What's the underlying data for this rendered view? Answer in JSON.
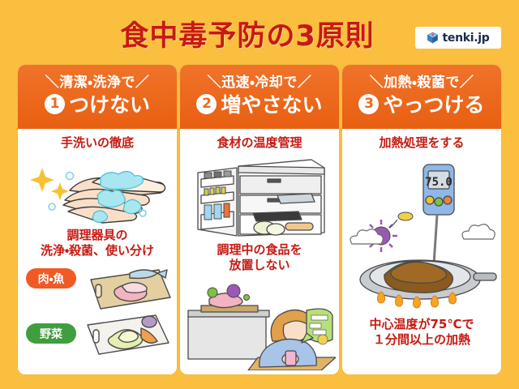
{
  "header": {
    "title": "食中毒予防の3原則",
    "logo_text": "tenki.jp",
    "logo_icon": "tenki-cube-icon"
  },
  "colors": {
    "background": "#fbbf3f",
    "card_header": "#ee6a1c",
    "title_text": "#c61a12",
    "caption_text": "#c61a12",
    "card_background": "#ffffff",
    "meat_badge": "#f15a24",
    "vegetable_badge": "#3f9e3f",
    "logo_text": "#1b2a4a"
  },
  "columns": [
    {
      "number": "❶",
      "number_plain": "1",
      "subtitle": "＼清潔・洗浄で／",
      "heading": "つけない",
      "caption_top": "手洗いの徹底",
      "art_top": "hand-washing-illustration",
      "caption_bottom": "調理器具の\n洗浄・殺菌、使い分け",
      "art_bottom": "cutting-boards-illustration",
      "badges": [
        {
          "label": "肉・魚",
          "kind": "meat"
        },
        {
          "label": "野菜",
          "kind": "vegetable"
        }
      ]
    },
    {
      "number": "❷",
      "number_plain": "2",
      "subtitle": "＼迅速・冷却で／",
      "heading": "増やさない",
      "caption_top": "食材の温度管理",
      "art_top": "refrigerator-illustration",
      "caption_bottom": "調理中の食品を\n放置しない",
      "art_bottom": "woman-with-phone-illustration",
      "badges": []
    },
    {
      "number": "❸",
      "number_plain": "3",
      "subtitle": "＼加熱・殺菌で／",
      "heading": "やっつける",
      "caption_top": "加熱処理をする",
      "art_top": "thermometer-in-pan-illustration",
      "thermometer_reading": "75.0",
      "caption_bottom": "中心温度が75℃で\n１分間以上の加熱",
      "art_bottom": "frying-pan-flame-illustration",
      "badges": []
    }
  ]
}
